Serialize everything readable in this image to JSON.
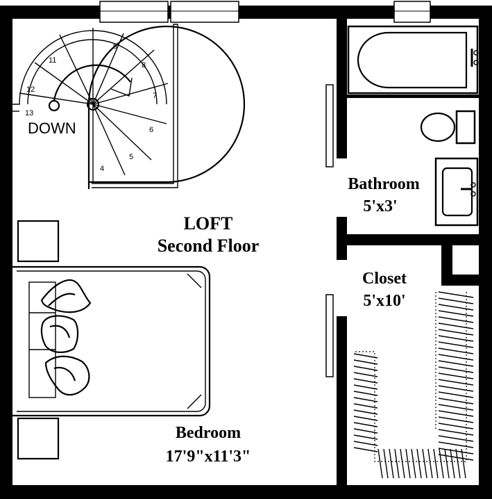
{
  "rooms": {
    "loft": {
      "title": "LOFT",
      "subtitle": "Second Floor"
    },
    "bathroom": {
      "name": "Bathroom",
      "size": "5'x3'"
    },
    "closet": {
      "name": "Closet",
      "size": "5'x10'"
    },
    "bedroom": {
      "name": "Bedroom",
      "size": "17'9\"x11'3\""
    }
  },
  "stairs": {
    "direction_label": "DOWN",
    "step_numbers": [
      "4",
      "5",
      "6",
      "7",
      "8",
      "9",
      "11",
      "12",
      "13"
    ]
  }
}
